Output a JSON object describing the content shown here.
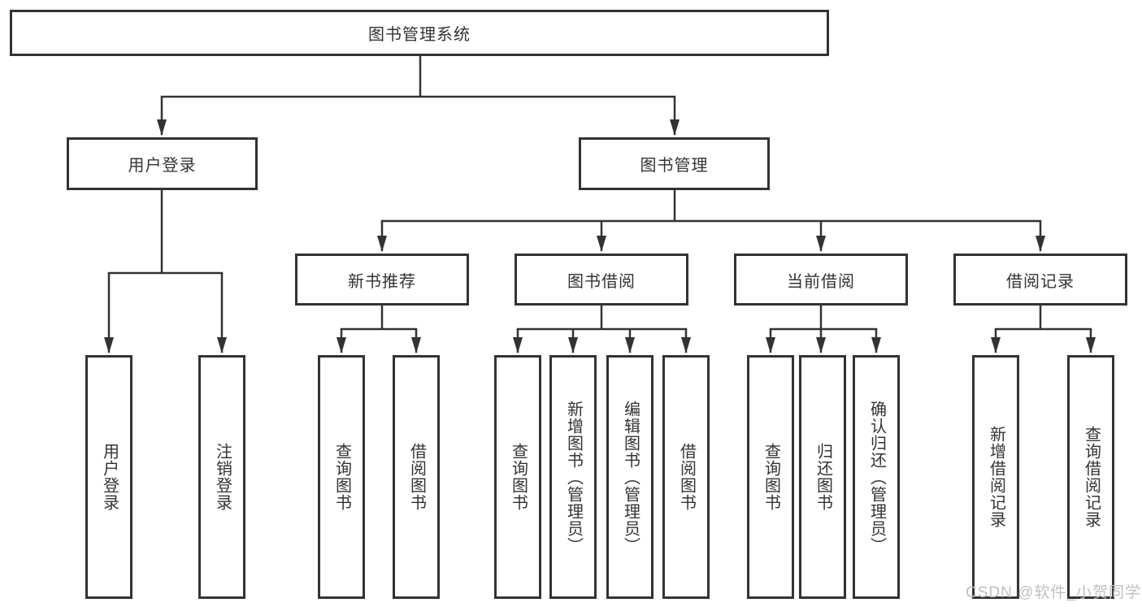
{
  "tree": {
    "root": {
      "label": "图书管理系统",
      "children": [
        {
          "label": "用户登录",
          "children": [
            {
              "label": "用户登录"
            },
            {
              "label": "注销登录"
            }
          ]
        },
        {
          "label": "图书管理",
          "children": [
            {
              "label": "新书推荐",
              "children": [
                {
                  "label": "查询图书"
                },
                {
                  "label": "借阅图书"
                }
              ]
            },
            {
              "label": "图书借阅",
              "children": [
                {
                  "label": "查询图书"
                },
                {
                  "label": "新增图书（管理员）"
                },
                {
                  "label": "编辑图书（管理员）"
                },
                {
                  "label": "借阅图书"
                }
              ]
            },
            {
              "label": "当前借阅",
              "children": [
                {
                  "label": "查询图书"
                },
                {
                  "label": "归还图书"
                },
                {
                  "label": "确认归还（管理员）"
                }
              ]
            },
            {
              "label": "借阅记录",
              "children": [
                {
                  "label": "新增借阅记录"
                },
                {
                  "label": "查询借阅记录"
                }
              ]
            }
          ]
        }
      ]
    }
  },
  "watermark": {
    "text": "CSDN @软件_小贺同学"
  },
  "colors": {
    "line": "#333333",
    "box_border": "#333333",
    "text": "#333333",
    "background": "#ffffff",
    "watermark": "#bfbfbf"
  }
}
